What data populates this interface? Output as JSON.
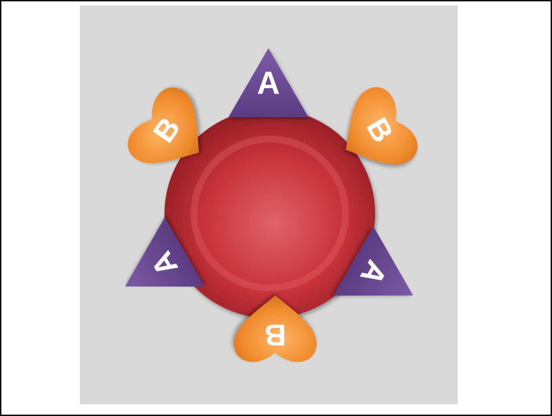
{
  "diagram": {
    "colors": {
      "background": "#d9d9d9",
      "center": "#c8323a",
      "triangle": "#6b4a93",
      "heart": "#f08a2c",
      "label": "#ffffff"
    },
    "center_icon": "red-sphere-icon",
    "triangles": [
      {
        "label": "A",
        "icon": "triangle-icon"
      },
      {
        "label": "A",
        "icon": "triangle-icon"
      },
      {
        "label": "A",
        "icon": "triangle-icon"
      }
    ],
    "hearts": [
      {
        "label": "B",
        "icon": "heart-icon"
      },
      {
        "label": "B",
        "icon": "heart-icon"
      },
      {
        "label": "B",
        "icon": "heart-icon"
      }
    ]
  }
}
